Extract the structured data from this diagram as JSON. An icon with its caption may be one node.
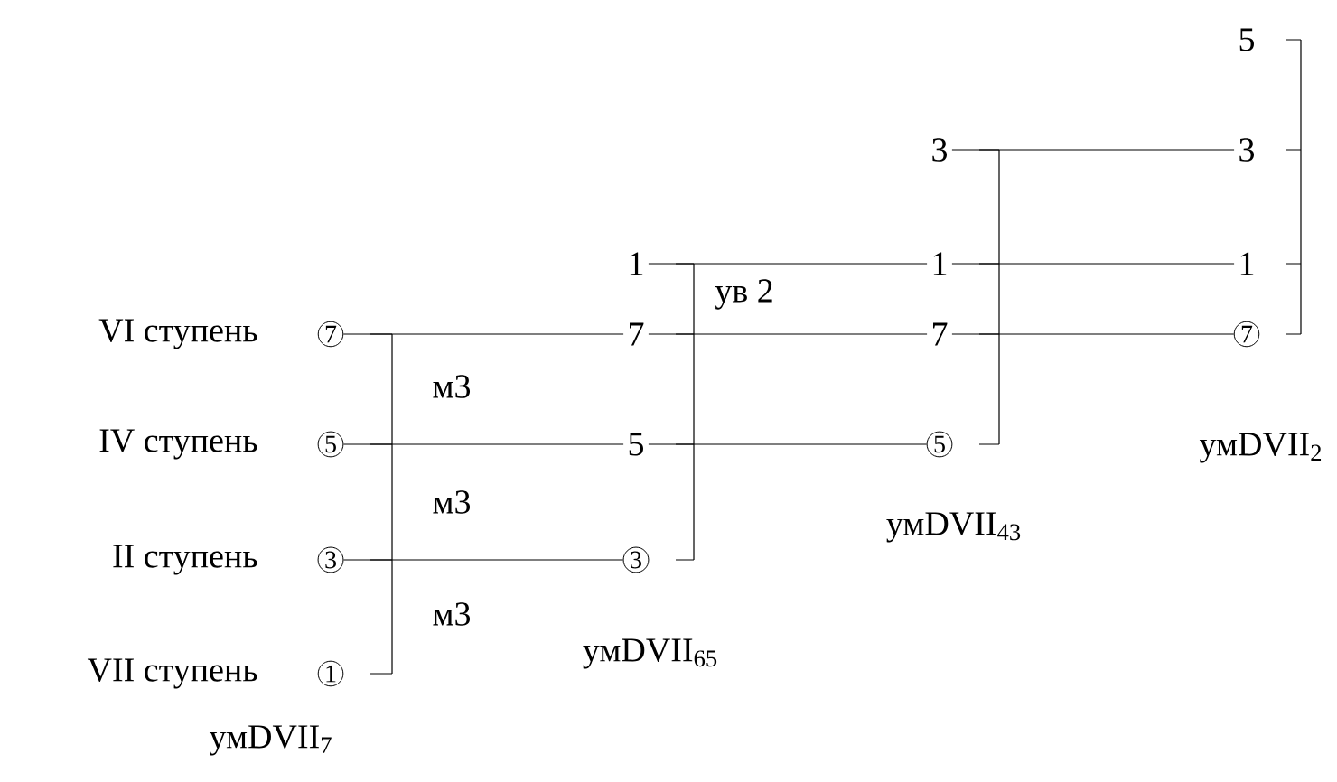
{
  "diagram": {
    "nodes": [
      {
        "text": [
          "7"
        ],
        "beside": [
          "VI ступень"
        ]
      },
      {
        "text": [
          "5"
        ],
        "beside": [
          "IV ступень"
        ]
      },
      {
        "text": [
          "3"
        ],
        "beside": [
          "II ступень"
        ]
      },
      {
        "text": [
          "1"
        ],
        "beside": [
          "VII ступень"
        ]
      },
      {
        "text": [
          "1"
        ]
      },
      {
        "text": [
          "7"
        ]
      },
      {
        "text": [
          "5"
        ]
      },
      {
        "text": [
          "3"
        ]
      },
      {
        "text": [
          "3"
        ]
      },
      {
        "text": [
          "1"
        ]
      },
      {
        "text": [
          "7"
        ]
      },
      {
        "text": [
          "5"
        ]
      },
      {
        "text": [
          "5"
        ]
      },
      {
        "text": [
          "3"
        ]
      },
      {
        "text": [
          "1"
        ]
      },
      {
        "text": [
          "7"
        ]
      }
    ],
    "edges": [
      {
        "from": 0,
        "to": 5,
        "arrow": "none"
      },
      {
        "from": 1,
        "to": 6,
        "arrow": "none"
      },
      {
        "from": 2,
        "to": 7,
        "arrow": "none"
      },
      {
        "from": 4,
        "to": 9,
        "arrow": "none"
      },
      {
        "from": 5,
        "to": 10,
        "arrow": "none"
      },
      {
        "from": 6,
        "to": 11,
        "arrow": "none"
      },
      {
        "from": 8,
        "to": 13,
        "arrow": "none"
      },
      {
        "from": 9,
        "to": 14,
        "arrow": "none"
      },
      {
        "from": 10,
        "to": 15,
        "arrow": "none"
      }
    ],
    "labels": [
      "м3",
      "м3",
      "м3",
      "ув 2",
      "умDVII$_{7}$",
      "умDVII$_{65}$",
      "умDVII$_{43}$",
      "умDVII$_{2}$"
    ]
  }
}
